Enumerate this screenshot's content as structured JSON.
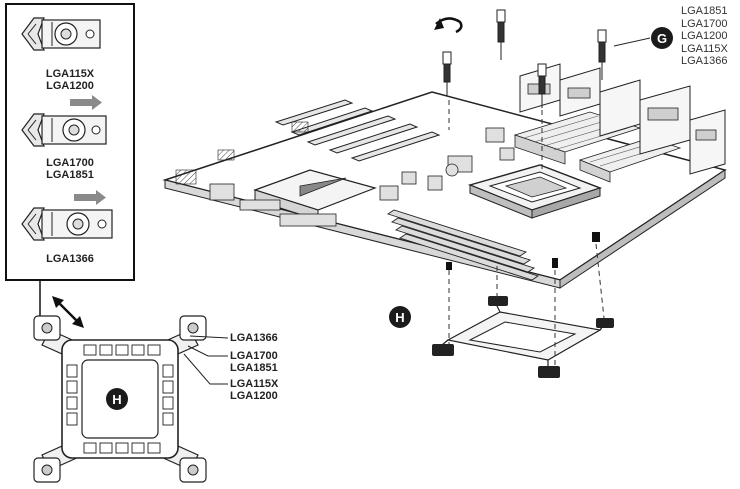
{
  "inset_panel": {
    "clip_top_label": [
      "LGA115X",
      "LGA1200"
    ],
    "clip_middle_label": [
      "LGA1700",
      "LGA1851"
    ],
    "clip_bottom_label": [
      "LGA1366"
    ]
  },
  "bracket_callouts": [
    [
      "LGA1366"
    ],
    [
      "LGA1700",
      "LGA1851"
    ],
    [
      "LGA115X",
      "LGA1200"
    ]
  ],
  "standoff_list": [
    "LGA1851",
    "LGA1700",
    "LGA1200",
    "LGA115X",
    "LGA1366"
  ],
  "badges": {
    "standoff": "G",
    "bracket_plate": "H",
    "bracket_assembled": "H"
  },
  "colors": {
    "badge": "#1b1b1b",
    "arrow_gray": "#8a8a8a",
    "line": "#222222"
  }
}
